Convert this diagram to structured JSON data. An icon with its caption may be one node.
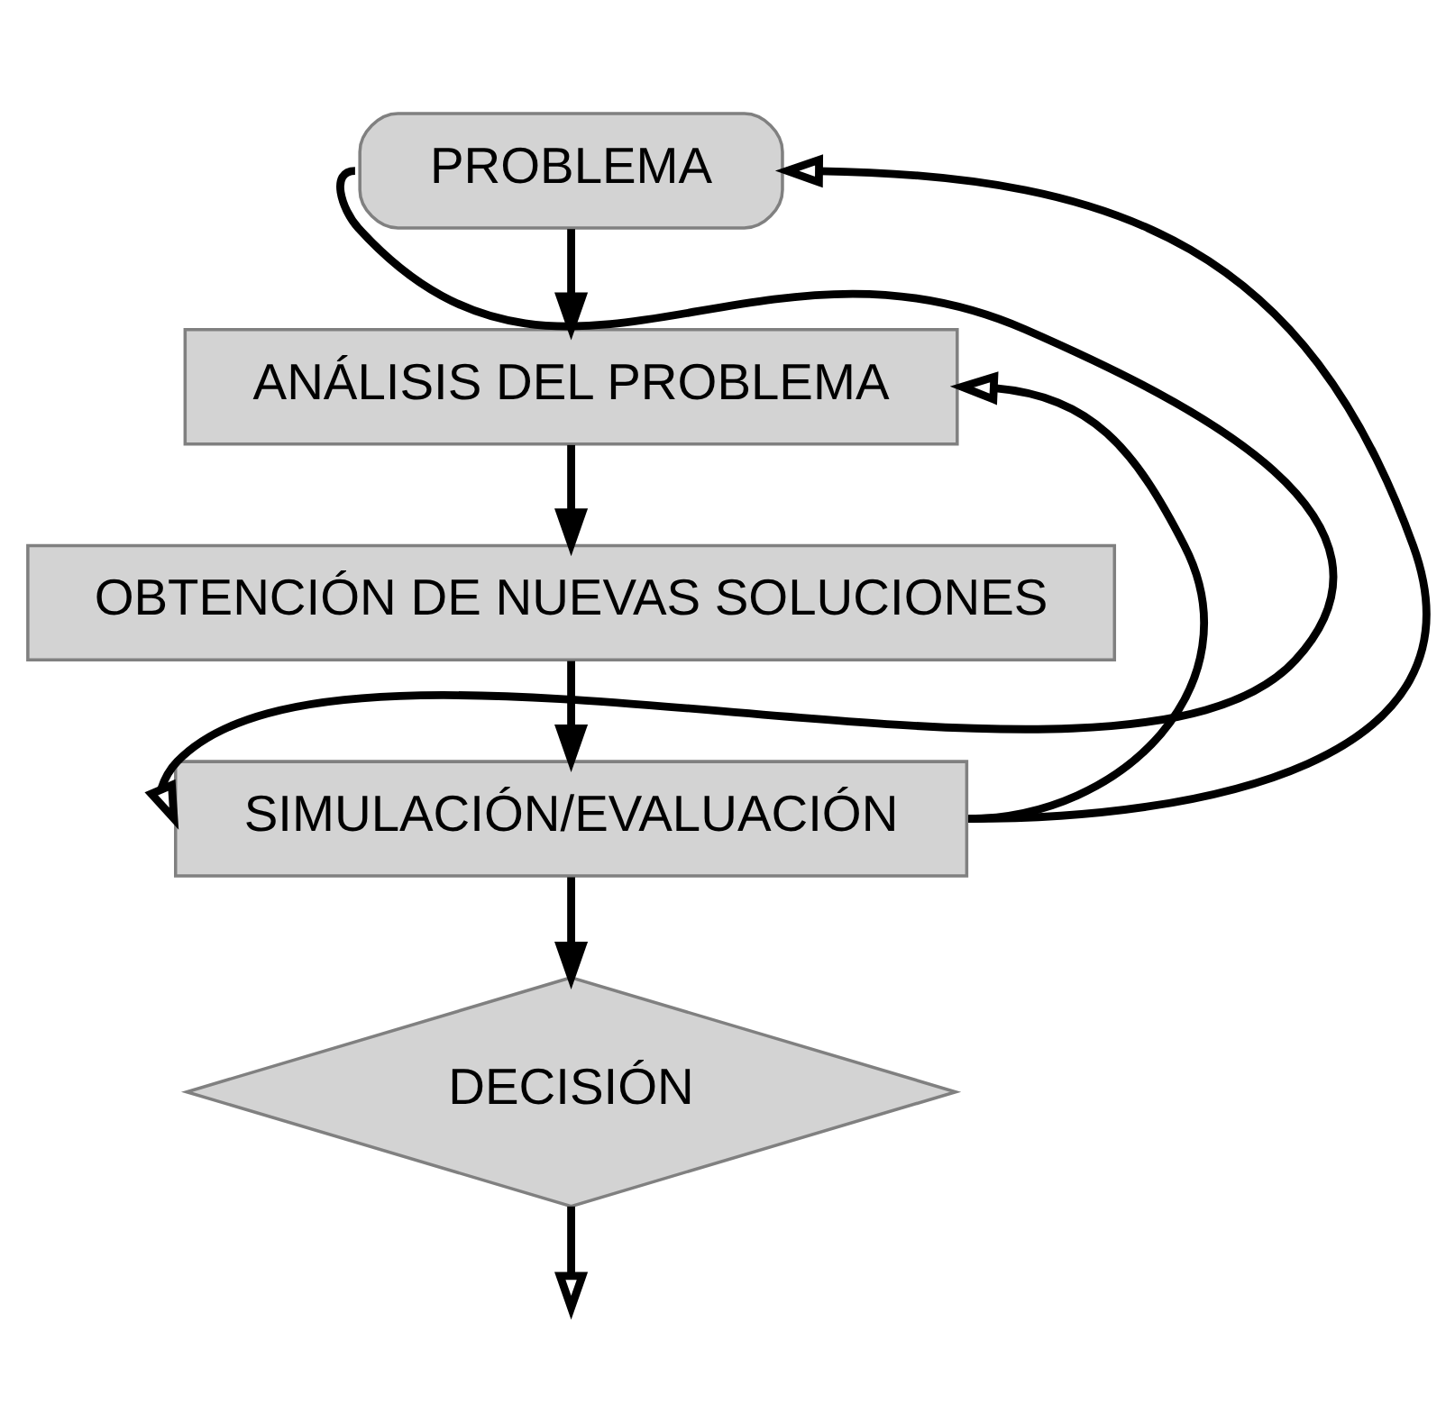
{
  "diagram": {
    "nodes": [
      {
        "text": [
          "PROBLEMA"
        ]
      },
      {
        "text": [
          "ANÁLISIS DEL PROBLEMA"
        ]
      },
      {
        "text": [
          "OBTENCIÓN DE NUEVAS SOLUCIONES"
        ]
      },
      {
        "text": [
          "SIMULACIÓN/EVALUACIÓN"
        ]
      },
      {
        "text": [
          "DECISIÓN"
        ]
      }
    ],
    "edges": [
      {
        "from": 0,
        "to": 1,
        "arrow": "to"
      },
      {
        "from": 1,
        "to": 2,
        "arrow": "to"
      },
      {
        "from": 2,
        "to": 3,
        "arrow": "to"
      },
      {
        "from": 3,
        "to": 4,
        "arrow": "to"
      },
      {
        "from": 4,
        "to": null,
        "arrow": "to"
      },
      {
        "from": 0,
        "to": 3,
        "arrow": "to"
      },
      {
        "from": 3,
        "to": 1,
        "arrow": "to"
      },
      {
        "from": 3,
        "to": 0,
        "arrow": "to"
      }
    ]
  }
}
